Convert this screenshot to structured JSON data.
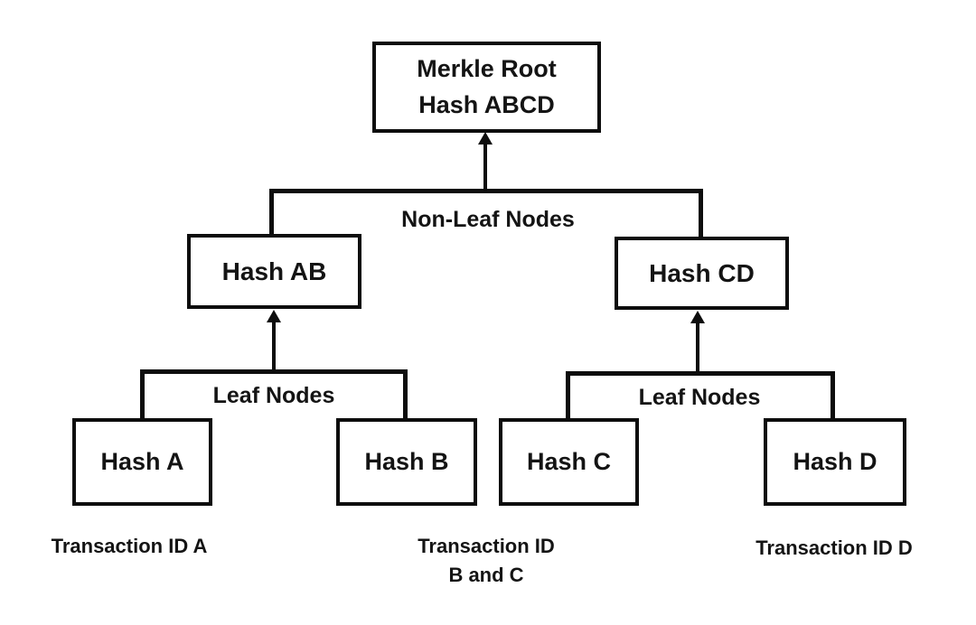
{
  "diagram": {
    "type": "merkle-tree",
    "background": "#ffffff",
    "line_color": "#0d0d0d",
    "text_color": "#141414",
    "nodes": {
      "root": {
        "line1": "Merkle Root",
        "line2": "Hash ABCD"
      },
      "hash_ab": {
        "label": "Hash AB"
      },
      "hash_cd": {
        "label": "Hash CD"
      },
      "hash_a": {
        "label": "Hash A"
      },
      "hash_b": {
        "label": "Hash B"
      },
      "hash_c": {
        "label": "Hash C"
      },
      "hash_d": {
        "label": "Hash D"
      }
    },
    "annotations": {
      "non_leaf": "Non-Leaf Nodes",
      "leaf_left": "Leaf Nodes",
      "leaf_right": "Leaf Nodes"
    },
    "captions": {
      "tx_a": "Transaction ID A",
      "tx_bc_line1": "Transaction ID",
      "tx_bc_line2": "B and C",
      "tx_d": "Transaction ID D"
    }
  }
}
